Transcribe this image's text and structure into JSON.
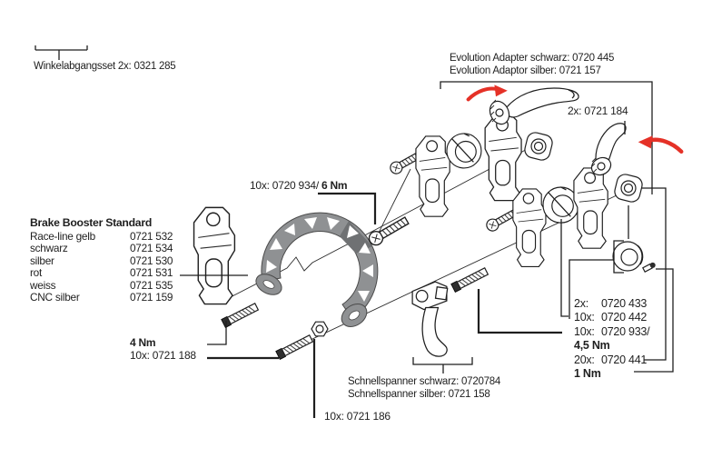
{
  "colors": {
    "line_black": "#1f1f1f",
    "accent_red": "#e53127",
    "booster_gray": "#8f9193",
    "booster_shade": "#6f7173",
    "bg_white": "#ffffff"
  },
  "labels": {
    "winkelabgangsset": "Winkelabgangsset 2x: 0321 285",
    "evolution_adapter_schwarz": "Evolution Adapter schwarz: 0720 445",
    "evolution_adaptor_silber": "Evolution Adaptor silber: 0721 157",
    "adapter_2x": "2x: 0721 184",
    "mount_bolt": "10x: 0720 934/",
    "mount_bolt_torque": "6 Nm",
    "booster_torque": "4 Nm",
    "booster_bolt": "10x: 0721 188",
    "pivot_nut": "10x: 0721 186",
    "schnellspanner_schwarz": "Schnellspanner schwarz: 0720784",
    "schnellspanner_silber": "Schnellspanner silber: 0721 158"
  },
  "booster_table": {
    "title": "Brake Booster Standard",
    "rows": [
      {
        "name": "Race-line gelb",
        "number": "0721 532"
      },
      {
        "name": "schwarz",
        "number": "0721 534"
      },
      {
        "name": "silber",
        "number": "0721 530"
      },
      {
        "name": "rot",
        "number": "0721 531"
      },
      {
        "name": "weiss",
        "number": "0721 535"
      },
      {
        "name": "CNC silber",
        "number": "0721 159"
      }
    ]
  },
  "parts_list_right": {
    "rows": [
      {
        "qty": "2x:",
        "number": "0720 433"
      },
      {
        "qty": "10x:",
        "number": "0720 442"
      },
      {
        "qty": "10x:",
        "number": "0720 933/"
      },
      {
        "qty": "",
        "number": "4,5 Nm"
      },
      {
        "qty": "20x:",
        "number": "0720 441"
      },
      {
        "qty": "",
        "number": "1 Nm"
      }
    ]
  }
}
